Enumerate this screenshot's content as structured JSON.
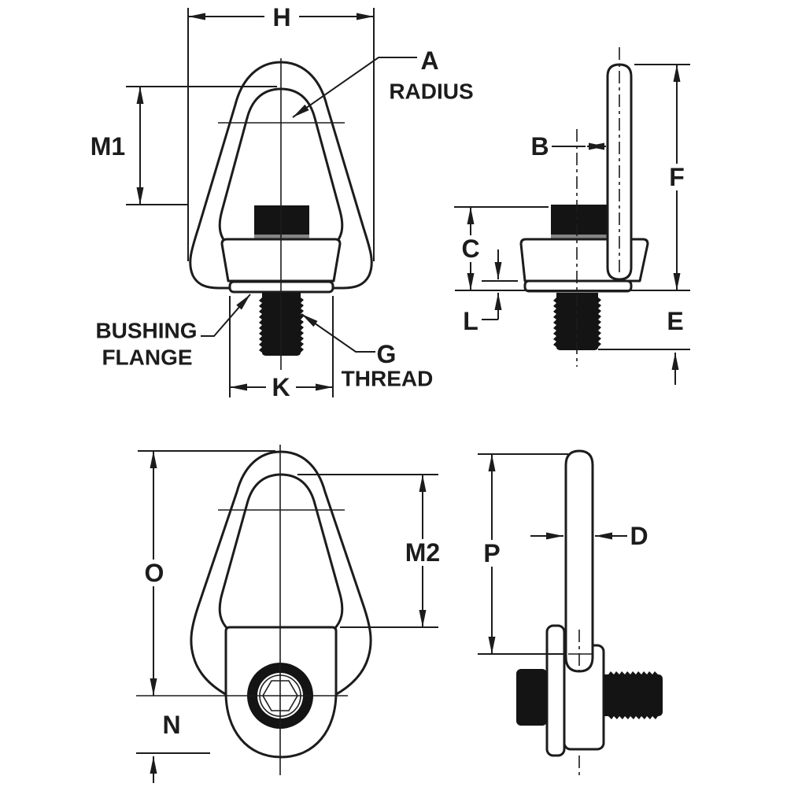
{
  "drawing": {
    "type": "engineering-dimension-drawing",
    "subject": "Swivel hoist ring with bushing flange and threaded stud, four orthographic views",
    "colors": {
      "line": "#1c1c1c",
      "fill_black": "#141414",
      "washer_gray": "#858585",
      "background": "#ffffff"
    },
    "views": {
      "front_folded_up": {
        "dims": {
          "h": "H",
          "m1": "M1",
          "a": "A",
          "a_word": "RADIUS",
          "bushing_word": "BUSHING",
          "flange_word": "FLANGE",
          "k": "K",
          "g": "G",
          "g_word": "THREAD"
        }
      },
      "side_folded_up": {
        "dims": {
          "b": "B",
          "f": "F",
          "c": "C",
          "l": "L",
          "e": "E"
        }
      },
      "front_swiveled": {
        "dims": {
          "o": "O",
          "m2": "M2",
          "n": "N"
        }
      },
      "side_swiveled": {
        "dims": {
          "p": "P",
          "d": "D"
        }
      }
    }
  }
}
